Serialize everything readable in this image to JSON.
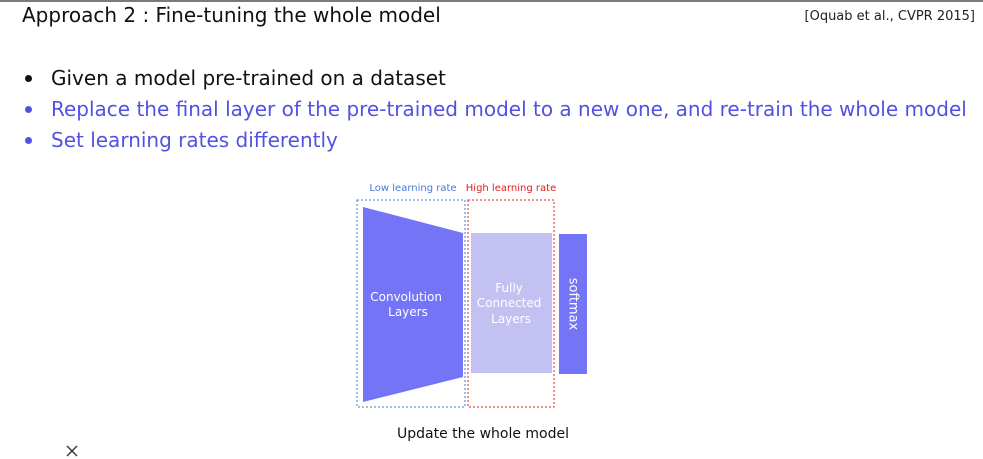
{
  "slide": {
    "title": "Approach 2 : Fine-tuning the whole model",
    "citation": "[Oquab et al., CVPR 2015]"
  },
  "bullets": [
    {
      "text": "Given a model pre-trained on a dataset",
      "color": "#111111"
    },
    {
      "text": "Replace the final layer of the pre-trained model to a new one, and re-train the whole model",
      "color": "#5252e0"
    },
    {
      "text": "Set learning rates differently",
      "color": "#5252e0"
    }
  ],
  "diagram": {
    "low_lr_label": "Low learning rate",
    "high_lr_label": "High learning rate",
    "conv_label_line1": "Convolution",
    "conv_label_line2": "Layers",
    "fc_label_line1": "Fully",
    "fc_label_line2": "Connected",
    "fc_label_line3": "Layers",
    "softmax_label": "softmax",
    "caption": "Update the whole model",
    "colors": {
      "conv": "#7474f6",
      "fc": "#c3c0f2",
      "softmax": "#7474f6",
      "low_lr": "#4a78d6",
      "high_lr": "#e02020"
    }
  },
  "controls": {
    "close_icon": "close-icon"
  }
}
